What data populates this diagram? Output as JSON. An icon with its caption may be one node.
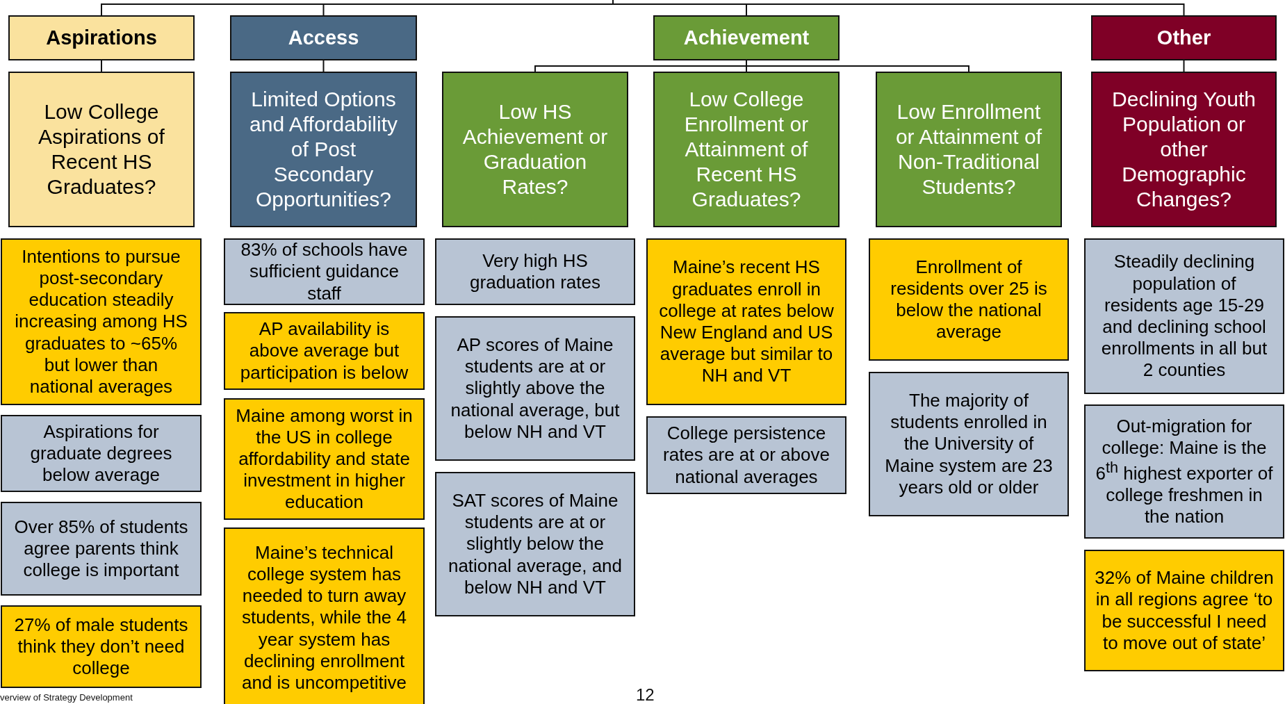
{
  "diagram": {
    "nodes": [
      {
        "text": [
          "Aspirations"
        ]
      },
      {
        "text": [
          "Access"
        ]
      },
      {
        "text": [
          "Achievement"
        ]
      },
      {
        "text": [
          "Other"
        ]
      },
      {
        "text": [
          "Low College Aspirations of Recent HS Graduates?"
        ]
      },
      {
        "text": [
          "Limited Options and Affordability of Post Secondary Opportunities?"
        ]
      },
      {
        "text": [
          "Low HS Achievement or Graduation Rates?"
        ]
      },
      {
        "text": [
          "Low College Enrollment or Attainment of Recent HS Graduates?"
        ]
      },
      {
        "text": [
          "Low Enrollment or Attainment of Non-Traditional Students?"
        ]
      },
      {
        "text": [
          "Declining Youth Population or other Demographic Changes?"
        ]
      },
      {
        "text": [
          "Intentions to pursue post-secondary education steadily increasing among HS graduates to ~65% but lower than national averages"
        ]
      },
      {
        "text": [
          "Aspirations for graduate degrees below average"
        ]
      },
      {
        "text": [
          "Over 85% of students agree parents think college is important"
        ]
      },
      {
        "text": [
          "27% of male students think they don’t need college"
        ]
      },
      {
        "text": [
          "83% of schools have sufficient guidance staff"
        ]
      },
      {
        "text": [
          "AP availability is above average but participation is below"
        ]
      },
      {
        "text": [
          "Maine among worst in the US in college affordability and state investment in higher education"
        ]
      },
      {
        "text": [
          "Maine’s technical college system has needed to turn away students, while the 4 year system has declining enrollment and is uncompetitive"
        ]
      },
      {
        "text": [
          "Very high HS graduation rates"
        ]
      },
      {
        "text": [
          "AP scores of Maine students are at or slightly above the national average, but below NH and VT"
        ]
      },
      {
        "text": [
          "SAT scores of Maine students are at or slightly below the national average, and below NH and VT"
        ]
      },
      {
        "text": [
          "Maine’s recent HS graduates enroll in college at rates below New England and US average but similar to NH and VT"
        ]
      },
      {
        "text": [
          "College persistence rates are at or above national averages"
        ]
      },
      {
        "text": [
          "Enrollment of residents over 25 is below the national average"
        ]
      },
      {
        "text": [
          "The majority of students enrolled in the University of Maine system are 23 years old or older"
        ]
      },
      {
        "text": [
          "Steadily declining population of residents age 15-29 and declining school enrollments in all but 2 counties"
        ]
      },
      {
        "text": [
          "Out-migration for college:  Maine is the 6$^{th}$ highest exporter of college freshmen in the nation"
        ]
      },
      {
        "text": [
          "32% of Maine children in all regions agree ‘to be successful I need to move out of state’"
        ]
      }
    ],
    "edges": [
      {
        "from": null,
        "to": 0,
        "arrow": "none"
      },
      {
        "from": null,
        "to": 1,
        "arrow": "none"
      },
      {
        "from": null,
        "to": 2,
        "arrow": "none"
      },
      {
        "from": null,
        "to": 3,
        "arrow": "none"
      },
      {
        "from": 0,
        "to": 4,
        "arrow": "none"
      },
      {
        "from": 1,
        "to": 5,
        "arrow": "none"
      },
      {
        "from": 2,
        "to": 6,
        "arrow": "none"
      },
      {
        "from": 2,
        "to": 7,
        "arrow": "none"
      },
      {
        "from": 2,
        "to": 8,
        "arrow": "none"
      },
      {
        "from": 3,
        "to": 9,
        "arrow": "none"
      }
    ],
    "labels": [
      "verview of Strategy Development",
      "12"
    ]
  }
}
